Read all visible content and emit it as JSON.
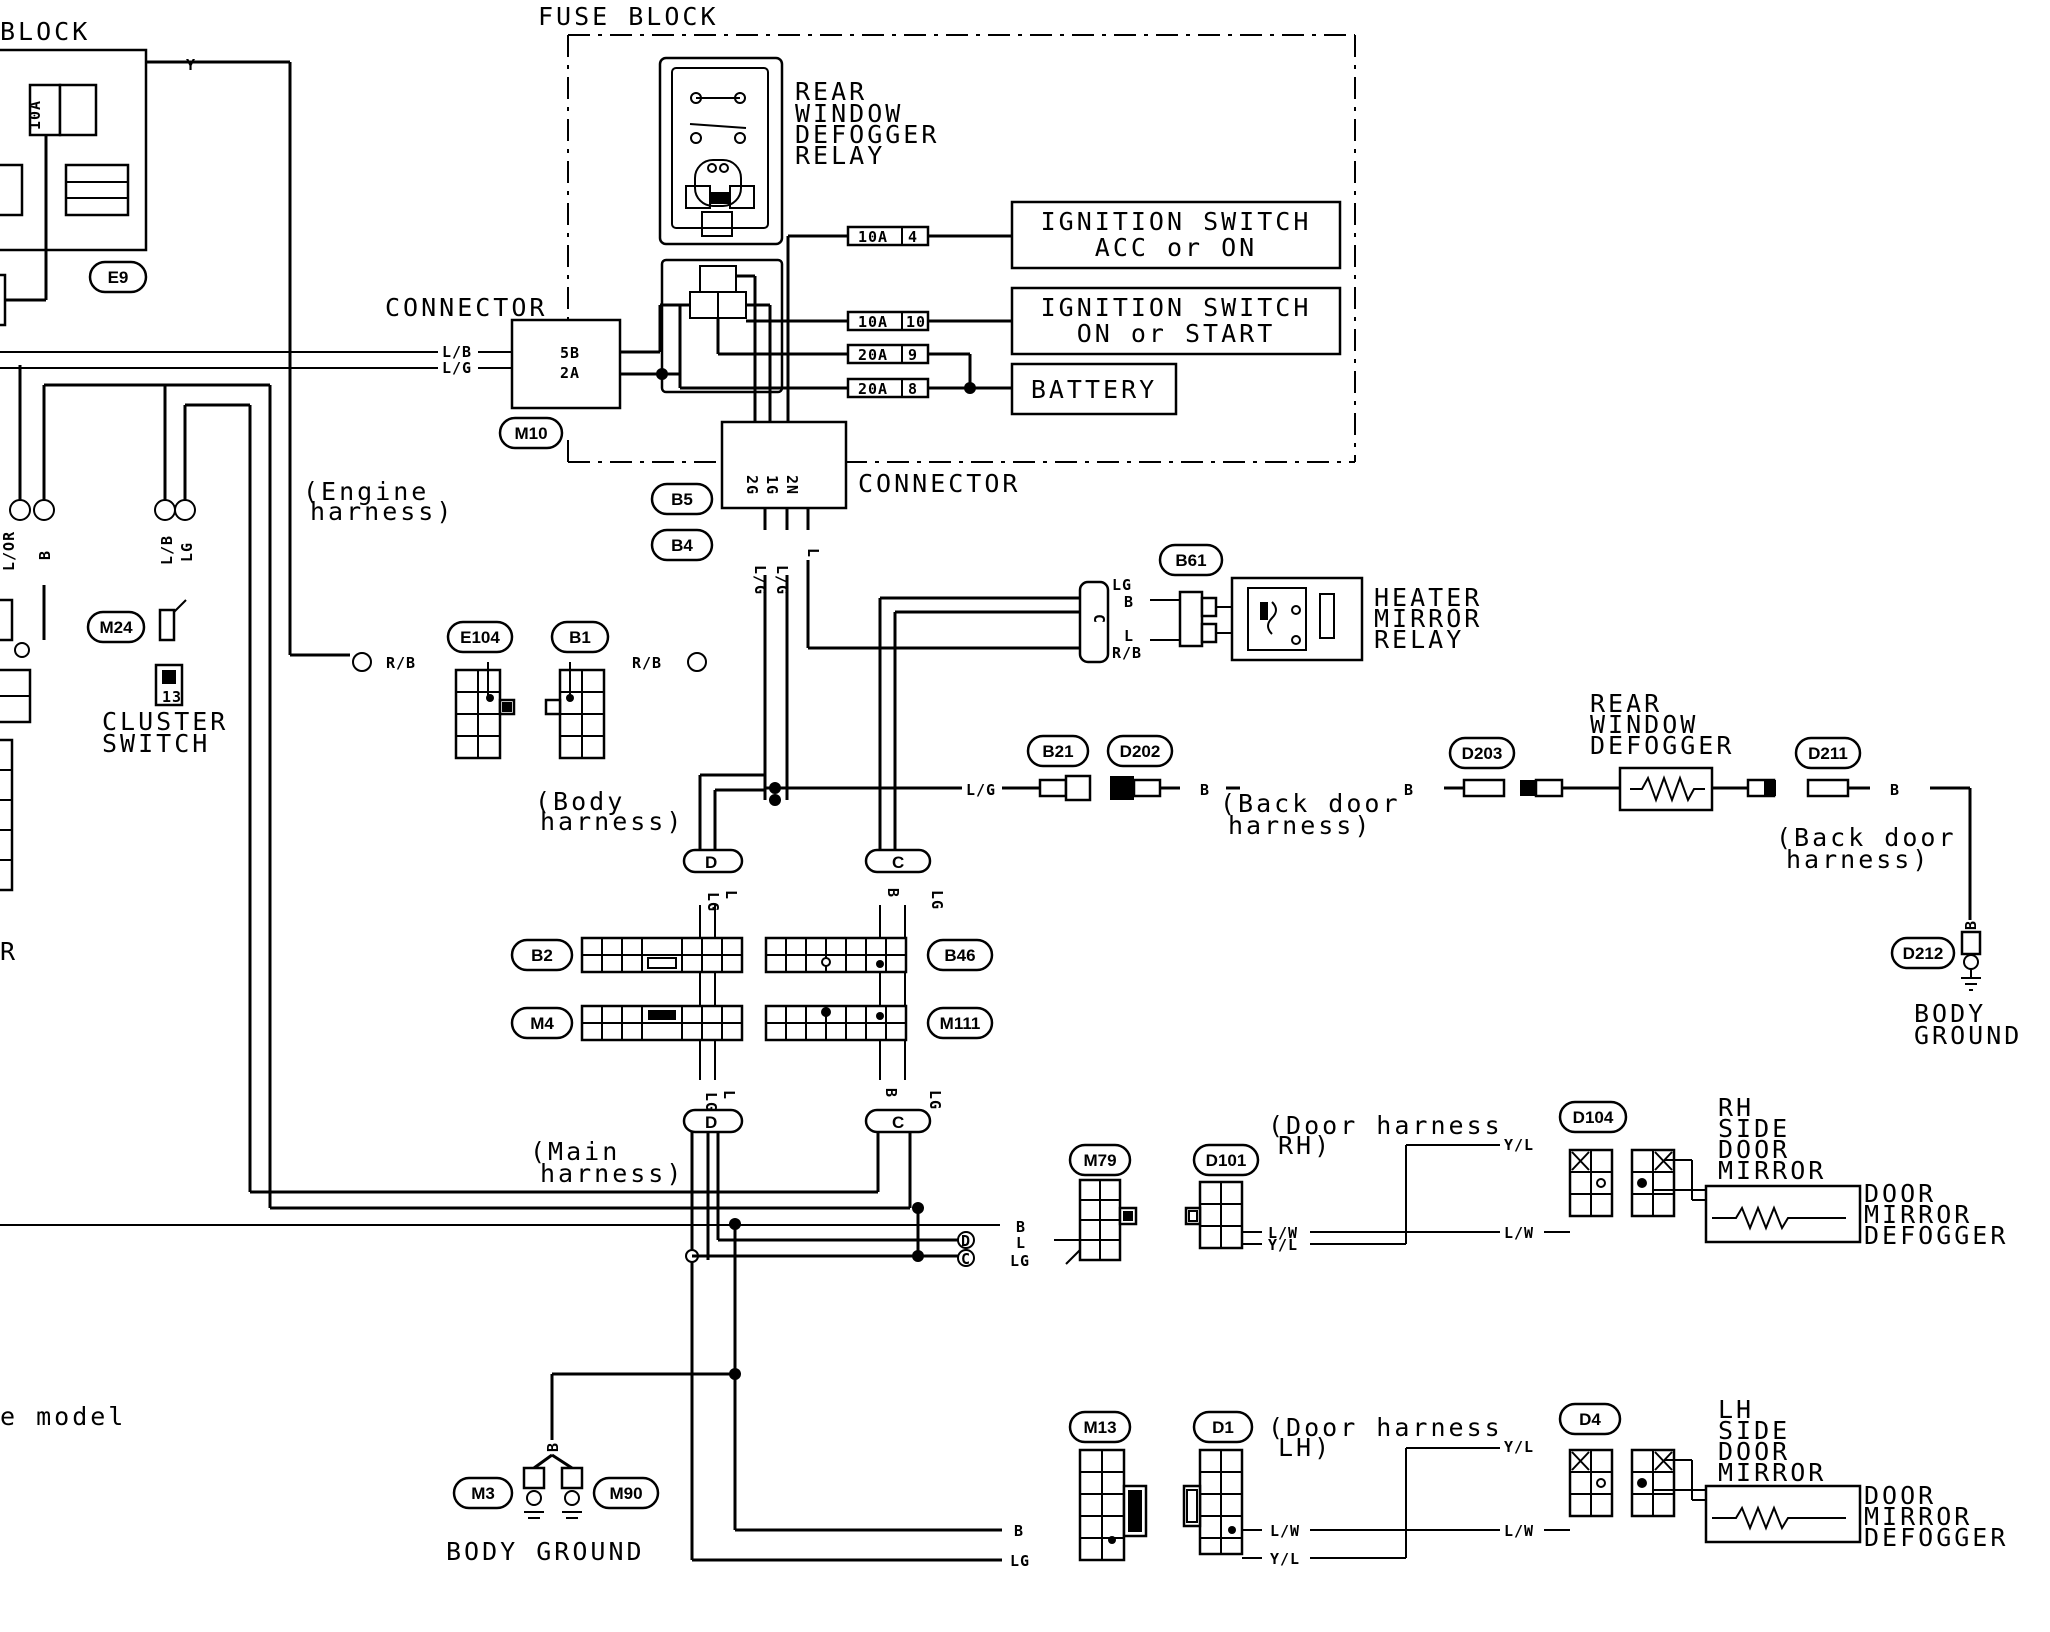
{
  "labels": {
    "block_partial": "BLOCK",
    "fuse_block": "FUSE BLOCK",
    "rear_relay": [
      "REAR",
      "WINDOW",
      "DEFOGGER",
      "RELAY"
    ],
    "ign1": [
      "IGNITION SWITCH",
      "ACC or ON"
    ],
    "ign2": [
      "IGNITION SWITCH",
      "ON or START"
    ],
    "battery": "BATTERY",
    "connector_m10": "CONNECTOR",
    "connector_b5": "CONNECTOR",
    "engine_harness": [
      "(Engine",
      "harness)"
    ],
    "cluster_switch": [
      "CLUSTER",
      "SWITCH"
    ],
    "heater_relay": [
      "HEATER",
      "MIRROR",
      "RELAY"
    ],
    "body_harness": [
      "(Body",
      "harness)"
    ],
    "back_door_1": [
      "(Back door",
      "harness)"
    ],
    "back_door_2": [
      "(Back door",
      "harness)"
    ],
    "rear_defogger": [
      "REAR",
      "WINDOW",
      "DEFOGGER"
    ],
    "body_ground_right": [
      "BODY",
      "GROUND"
    ],
    "main_harness": [
      "(Main",
      "harness)"
    ],
    "door_rh": [
      "(Door harness",
      "RH)"
    ],
    "rh_mirror": [
      "RH",
      "SIDE",
      "DOOR",
      "MIRROR"
    ],
    "door_mirror_def_rh": [
      "DOOR",
      "MIRROR",
      "DEFOGGER"
    ],
    "door_lh": [
      "(Door harness",
      "LH)"
    ],
    "lh_mirror": [
      "LH",
      "SIDE",
      "DOOR",
      "MIRROR"
    ],
    "door_mirror_def_lh": [
      "DOOR",
      "MIRROR",
      "DEFOGGER"
    ],
    "body_ground_left": "BODY GROUND",
    "model_partial": "e model",
    "r_partial": "R"
  },
  "connector_tags": {
    "e9": "E9",
    "m10": "M10",
    "b5": "B5",
    "b4": "B4",
    "m24": "M24",
    "e104": "E104",
    "b1": "B1",
    "b61": "B61",
    "b21": "B21",
    "d202": "D202",
    "d203": "D203",
    "d211": "D211",
    "d212": "D212",
    "b2": "B2",
    "b46": "B46",
    "m4": "M4",
    "m111": "M111",
    "m79": "M79",
    "d101": "D101",
    "d104": "D104",
    "m13": "M13",
    "d1": "D1",
    "d4": "D4",
    "m3": "M3",
    "m90": "M90"
  },
  "fuses": [
    {
      "rating": "10A",
      "slot": "4"
    },
    {
      "rating": "10A",
      "slot": "10"
    },
    {
      "rating": "20A",
      "slot": "9"
    },
    {
      "rating": "20A",
      "slot": "8"
    }
  ],
  "fuse_10a_left": "10A",
  "m10_pins": [
    "5B",
    "2A"
  ],
  "b5_pins": [
    "2G",
    "1G",
    "2N"
  ],
  "cluster_pin": "13",
  "circle_c": "C",
  "circle_d": "D",
  "wires": {
    "y": "Y",
    "lb": "L/B",
    "lg": "L/G",
    "lor": "L/OR",
    "b": "B",
    "lb2": "L/B",
    "lg2": "LG",
    "rb1": "R/B",
    "rb2": "R/B",
    "lg_v1": "L/G",
    "lg_v2": "L/G",
    "l_v": "L",
    "b61_lg": "LG",
    "b61_b": "B",
    "b61_l": "L",
    "b61_rb": "R/B",
    "lg_body": "L/G",
    "b_back1": "B",
    "b_back2": "B",
    "b_back3": "B",
    "b_d212": "B",
    "d_lg1": "LG",
    "d_l1": "L",
    "c_b1": "B",
    "c_lg1": "LG",
    "d_lg2": "LG",
    "d_l2": "L",
    "c_b2": "B",
    "c_lg2": "LG",
    "m79_b": "B",
    "m79_l": "L",
    "m79_lg": "LG",
    "d101_lw": "L/W",
    "d101_yl": "Y/L",
    "d104_yl": "Y/L",
    "d104_lw": "L/W",
    "m13_b": "B",
    "m13_lg": "LG",
    "d1_lw": "L/W",
    "d1_yl": "Y/L",
    "d4_yl": "Y/L",
    "d4_lw": "L/W",
    "gnd_b": "B"
  }
}
